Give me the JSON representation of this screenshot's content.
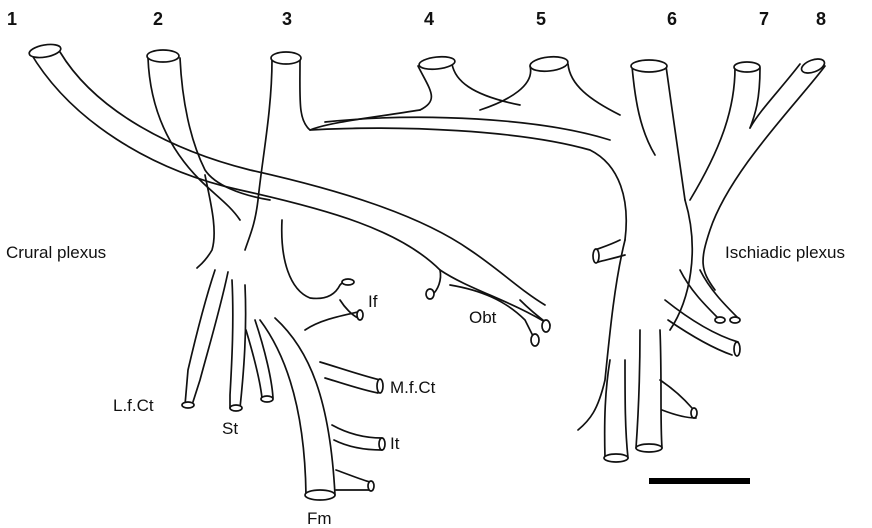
{
  "root_numbers": [
    "1",
    "2",
    "3",
    "4",
    "5",
    "6",
    "7",
    "8"
  ],
  "plexus_labels": {
    "crural": "Crural plexus",
    "ischiadic": "Ischiadic plexus"
  },
  "nerve_labels": {
    "if": "If",
    "obt": "Obt",
    "mfct": "M.f.Ct",
    "lfct": "L.f.Ct",
    "st": "St",
    "it": "It",
    "fm": "Fm"
  },
  "colors": {
    "line": "#111111",
    "background": "#ffffff"
  }
}
